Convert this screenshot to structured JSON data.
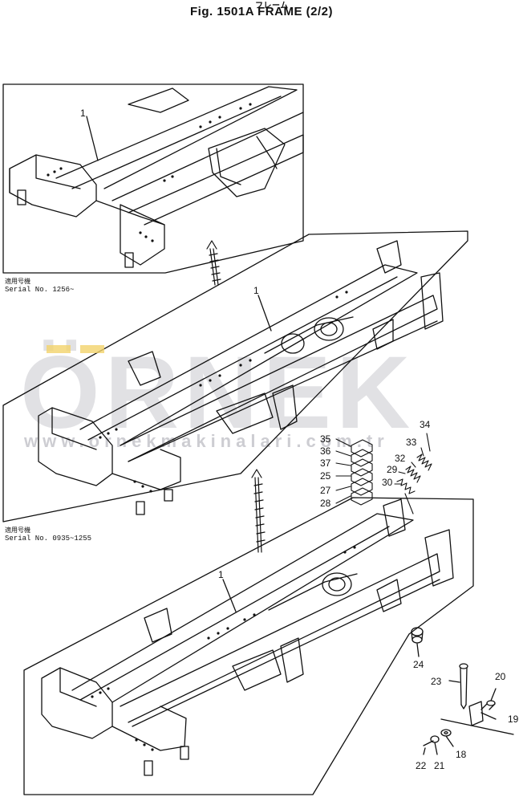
{
  "header": {
    "title": "Fig. 1501A   FRAME (2/2)",
    "jp_title": "フレーム"
  },
  "panels": [
    {
      "id": "top",
      "serial_label_jp": "適用号機",
      "serial": "Serial No. 1256~"
    },
    {
      "id": "middle",
      "serial_label_jp": "適用号機",
      "serial": "Serial No. 0935~1255"
    }
  ],
  "watermark": {
    "brand": "ÖRNEK",
    "url": "www.ornekmakinalari.com.tr",
    "color_main": "#c9c9cf",
    "color_accent": "#f2d36b"
  },
  "callouts": {
    "frame_top": "1",
    "frame_mid": "1",
    "frame_bottom": "1",
    "p35": "35",
    "p36": "36",
    "p37": "37",
    "p25": "25",
    "p27": "27",
    "p28": "28",
    "p34": "34",
    "p33": "33",
    "p32": "32",
    "p29": "29",
    "p30": "30",
    "p24": "24",
    "p23": "23",
    "p20": "20",
    "p19": "19",
    "p18": "18",
    "p22": "22",
    "p21": "21"
  }
}
